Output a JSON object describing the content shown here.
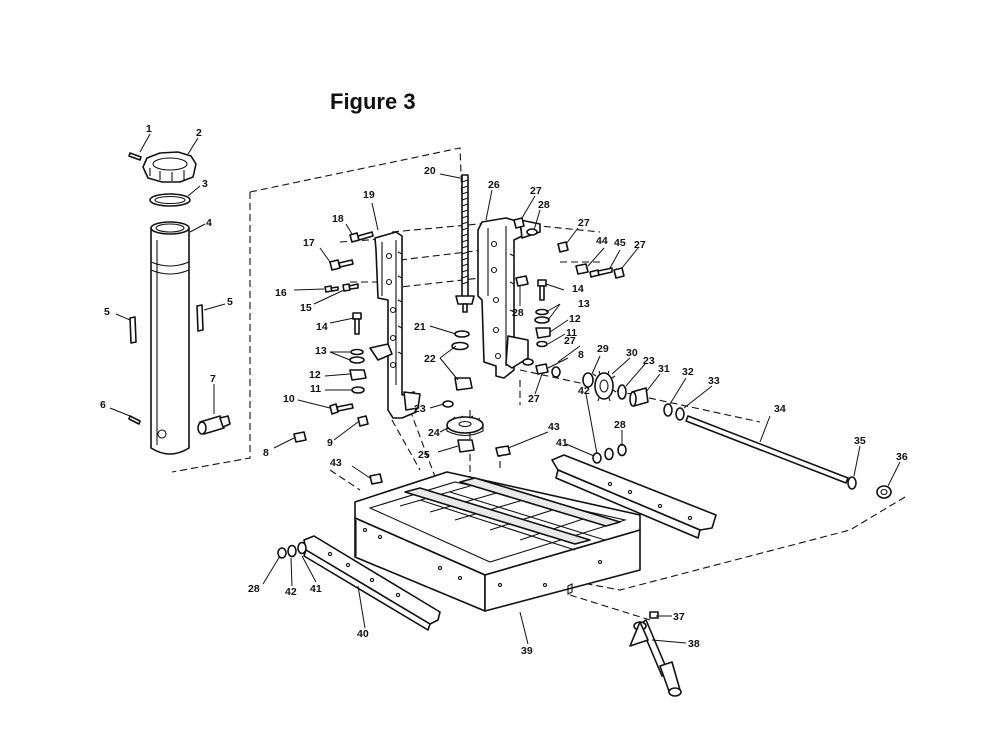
{
  "figure": {
    "title": "Figure 3"
  },
  "callouts": [
    {
      "id": "c1",
      "text": "1"
    },
    {
      "id": "c2",
      "text": "2"
    },
    {
      "id": "c3",
      "text": "3"
    },
    {
      "id": "c4",
      "text": "4"
    },
    {
      "id": "c5a",
      "text": "5"
    },
    {
      "id": "c5b",
      "text": "5"
    },
    {
      "id": "c6",
      "text": "6"
    },
    {
      "id": "c7",
      "text": "7"
    },
    {
      "id": "c8a",
      "text": "8"
    },
    {
      "id": "c8b",
      "text": "8"
    },
    {
      "id": "c9",
      "text": "9"
    },
    {
      "id": "c10",
      "text": "10"
    },
    {
      "id": "c11a",
      "text": "11"
    },
    {
      "id": "c11b",
      "text": "11"
    },
    {
      "id": "c12a",
      "text": "12"
    },
    {
      "id": "c12b",
      "text": "12"
    },
    {
      "id": "c13a",
      "text": "13"
    },
    {
      "id": "c13b",
      "text": "13"
    },
    {
      "id": "c14a",
      "text": "14"
    },
    {
      "id": "c14b",
      "text": "14"
    },
    {
      "id": "c15",
      "text": "15"
    },
    {
      "id": "c16",
      "text": "16"
    },
    {
      "id": "c17",
      "text": "17"
    },
    {
      "id": "c18",
      "text": "18"
    },
    {
      "id": "c19",
      "text": "19"
    },
    {
      "id": "c20",
      "text": "20"
    },
    {
      "id": "c21",
      "text": "21"
    },
    {
      "id": "c22",
      "text": "22"
    },
    {
      "id": "c23a",
      "text": "23"
    },
    {
      "id": "c23b",
      "text": "23"
    },
    {
      "id": "c24",
      "text": "24"
    },
    {
      "id": "c25",
      "text": "25"
    },
    {
      "id": "c26",
      "text": "26"
    },
    {
      "id": "c27a",
      "text": "27"
    },
    {
      "id": "c27b",
      "text": "27"
    },
    {
      "id": "c27c",
      "text": "27"
    },
    {
      "id": "c27d",
      "text": "27"
    },
    {
      "id": "c27e",
      "text": "27"
    },
    {
      "id": "c28a",
      "text": "28"
    },
    {
      "id": "c28b",
      "text": "28"
    },
    {
      "id": "c28c",
      "text": "28"
    },
    {
      "id": "c28d",
      "text": "28"
    },
    {
      "id": "c29",
      "text": "29"
    },
    {
      "id": "c30",
      "text": "30"
    },
    {
      "id": "c31",
      "text": "31"
    },
    {
      "id": "c32",
      "text": "32"
    },
    {
      "id": "c33",
      "text": "33"
    },
    {
      "id": "c34",
      "text": "34"
    },
    {
      "id": "c35",
      "text": "35"
    },
    {
      "id": "c36",
      "text": "36"
    },
    {
      "id": "c37",
      "text": "37"
    },
    {
      "id": "c38",
      "text": "38"
    },
    {
      "id": "c39",
      "text": "39"
    },
    {
      "id": "c40",
      "text": "40"
    },
    {
      "id": "c41a",
      "text": "41"
    },
    {
      "id": "c41b",
      "text": "41"
    },
    {
      "id": "c42a",
      "text": "42"
    },
    {
      "id": "c42b",
      "text": "42"
    },
    {
      "id": "c43a",
      "text": "43"
    },
    {
      "id": "c43b",
      "text": "43"
    },
    {
      "id": "c44",
      "text": "44"
    },
    {
      "id": "c45",
      "text": "45"
    }
  ]
}
